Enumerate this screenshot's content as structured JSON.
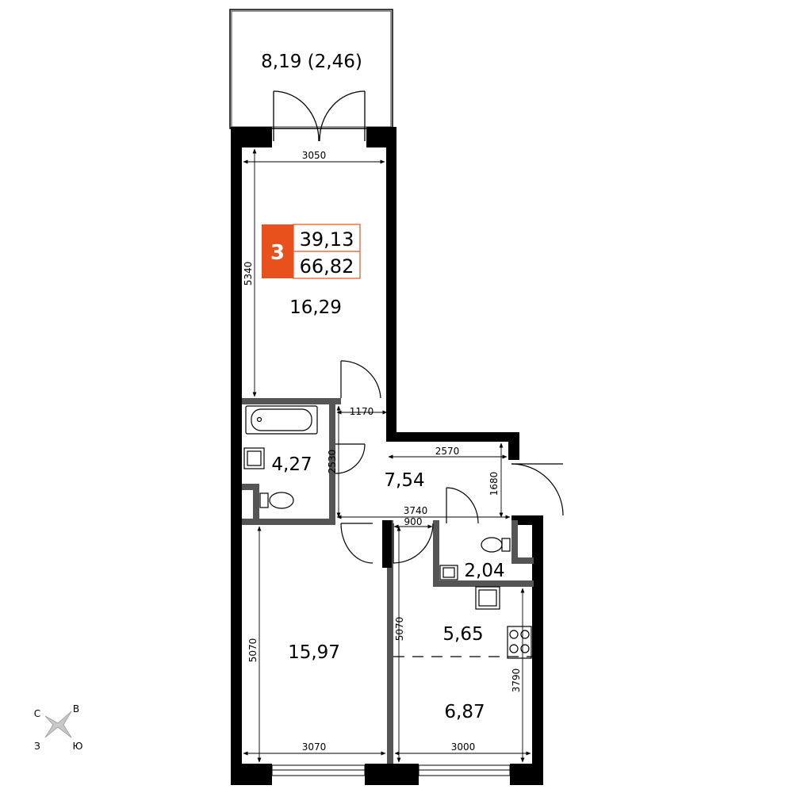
{
  "badge": {
    "rooms": "3",
    "living_area": "39,13",
    "total_area": "66,82",
    "color": "#e8501c"
  },
  "rooms": {
    "balcony": "8,19 (2,46)",
    "living_room_top": "16,29",
    "bathroom": "4,27",
    "hall": "7,54",
    "wc": "2,04",
    "bedroom": "15,97",
    "kitchen_zone": "5,65",
    "dining_zone": "6,87"
  },
  "dimensions": {
    "top_width": "3050",
    "top_height": "5340",
    "bath_door": "1170",
    "bath_height": "2530",
    "hall_width": "2570",
    "hall_height": "1680",
    "hall_length": "3740",
    "wc_width": "900",
    "bedroom_height": "5070",
    "kitchen_height": "5070",
    "kitchen_sub_height": "3790",
    "bedroom_width": "3070",
    "kitchen_width": "3000"
  },
  "compass": {
    "north": "С",
    "east": "В",
    "west": "З",
    "south": "Ю"
  },
  "colors": {
    "wall": "#000000",
    "partition": "#555555",
    "accent": "#e8501c"
  }
}
